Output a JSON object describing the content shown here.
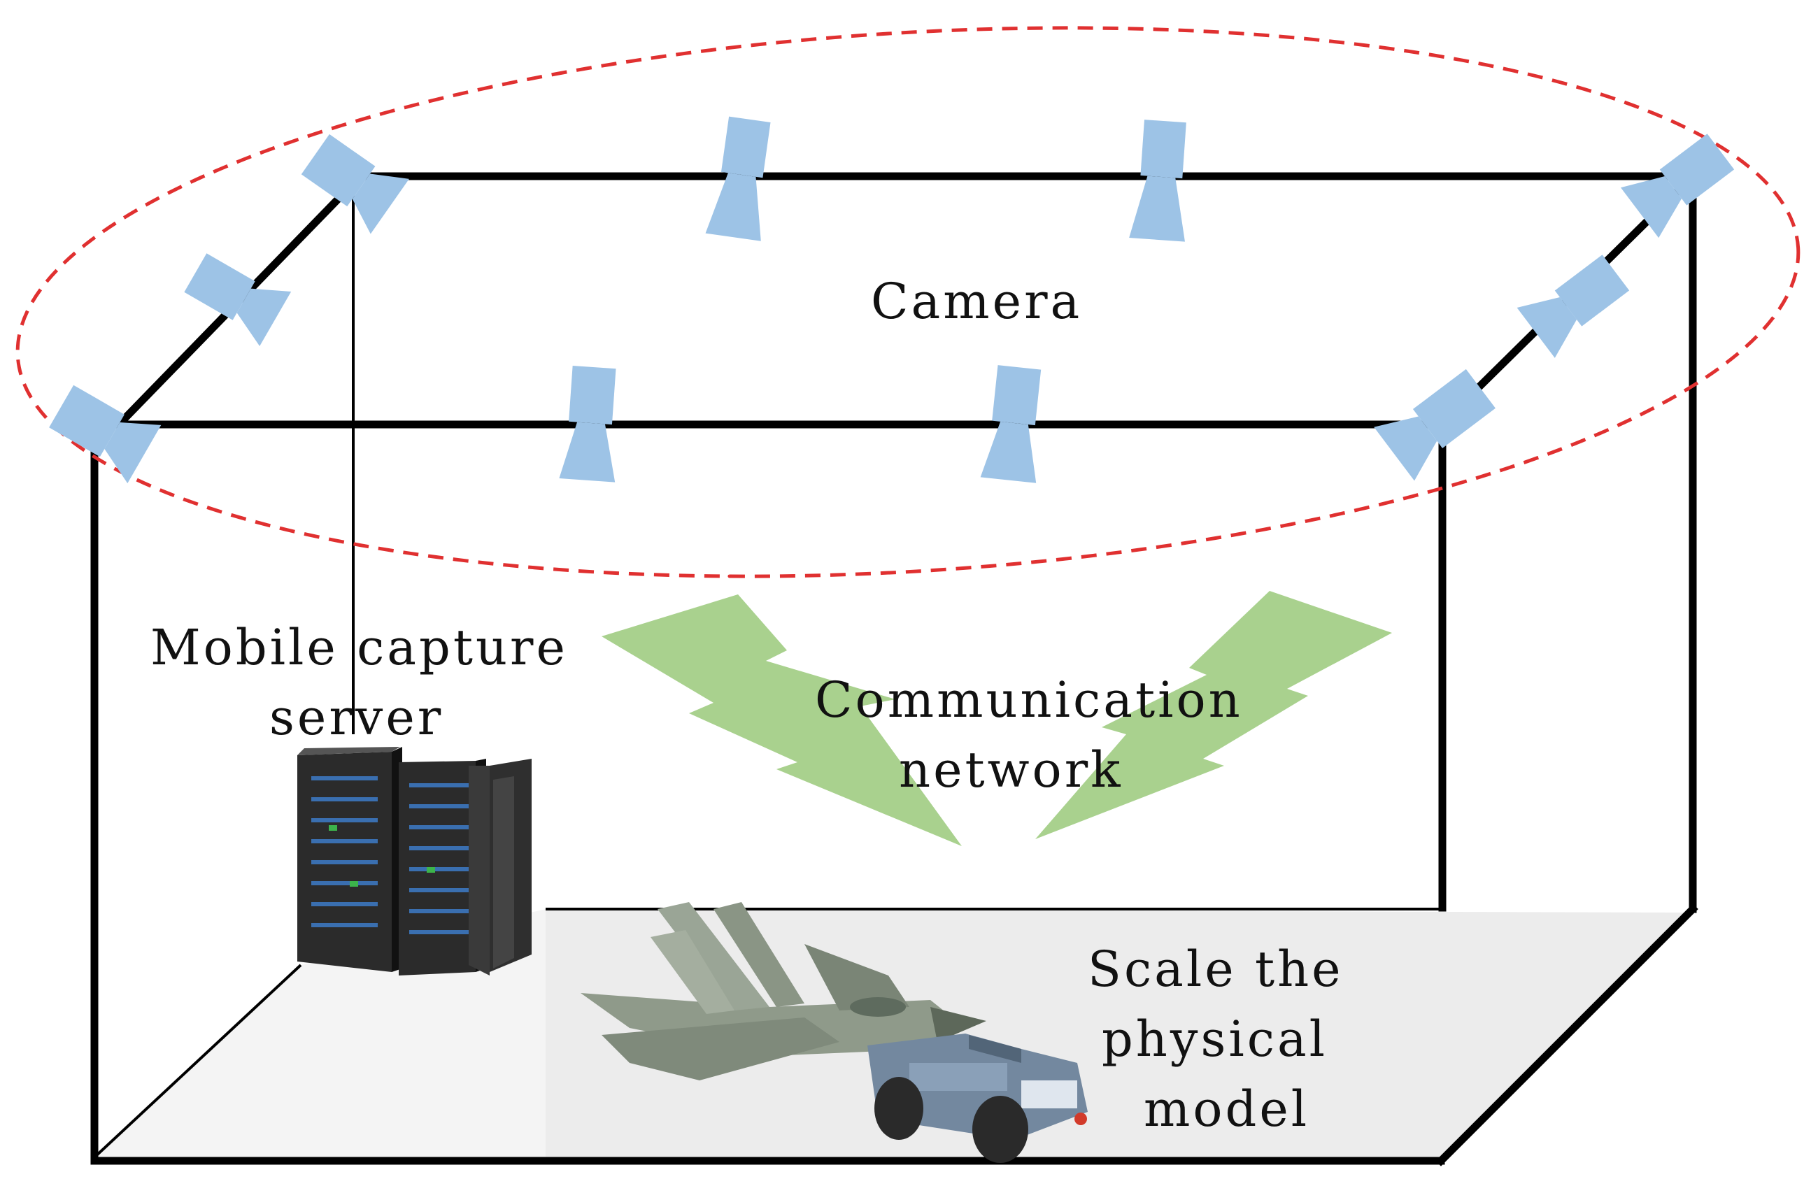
{
  "labels": {
    "camera": "Camera",
    "server_line1": "Mobile capture",
    "server_line2": "server",
    "network_line1": "Communication",
    "network_line2": "network",
    "model_line1": "Scale the",
    "model_line2": "physical",
    "model_line2b": "model"
  },
  "colors": {
    "camera_fill": "#9dc3e6",
    "lightning_fill": "#a9d18e",
    "ellipse_stroke": "#e03030",
    "floor_fill": "#ececec"
  },
  "icons": {
    "camera": "camera-icon",
    "server": "server-rack-icon",
    "aircraft": "fighter-jet-icon",
    "tug": "tow-tractor-icon",
    "signal": "lightning-bolt-icon"
  }
}
